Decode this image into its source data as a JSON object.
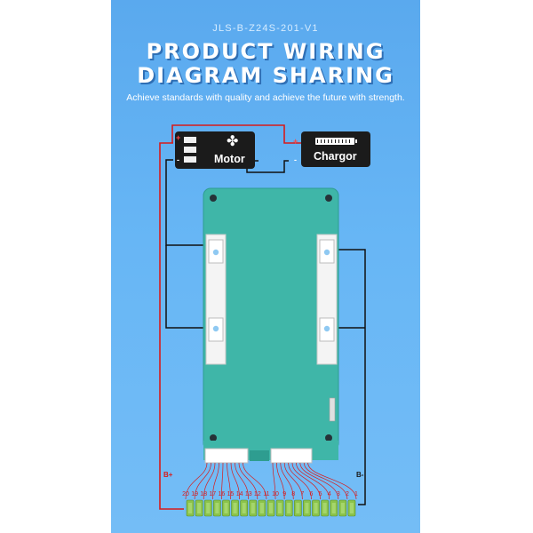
{
  "header": {
    "model": "JLS-B-Z24S-201-V1",
    "title_line1": "PRODUCT WIRING",
    "title_line2": "DIAGRAM SHARING",
    "subtitle": "Achieve standards with quality and achieve the future with strength."
  },
  "devices": {
    "motor": {
      "label": "Motor",
      "icon": "fan-icon",
      "plus": "+",
      "minus": "-"
    },
    "charger": {
      "label": "Chargor",
      "icon": "battery-level-icon",
      "plus": "+",
      "minus": "-"
    }
  },
  "board": {
    "b_plus": "B+",
    "b_minus": "B-"
  },
  "balance_pins": [
    "20",
    "19",
    "18",
    "17",
    "16",
    "15",
    "14",
    "13",
    "12",
    "11",
    "10",
    "9",
    "8",
    "7",
    "6",
    "5",
    "4",
    "3",
    "2",
    "1"
  ],
  "colors": {
    "background": "#67b6f5",
    "board": "#3fb6a8",
    "wire_red": "#d81b1b",
    "wire_black": "#111111",
    "cell": "#8bc34a"
  }
}
